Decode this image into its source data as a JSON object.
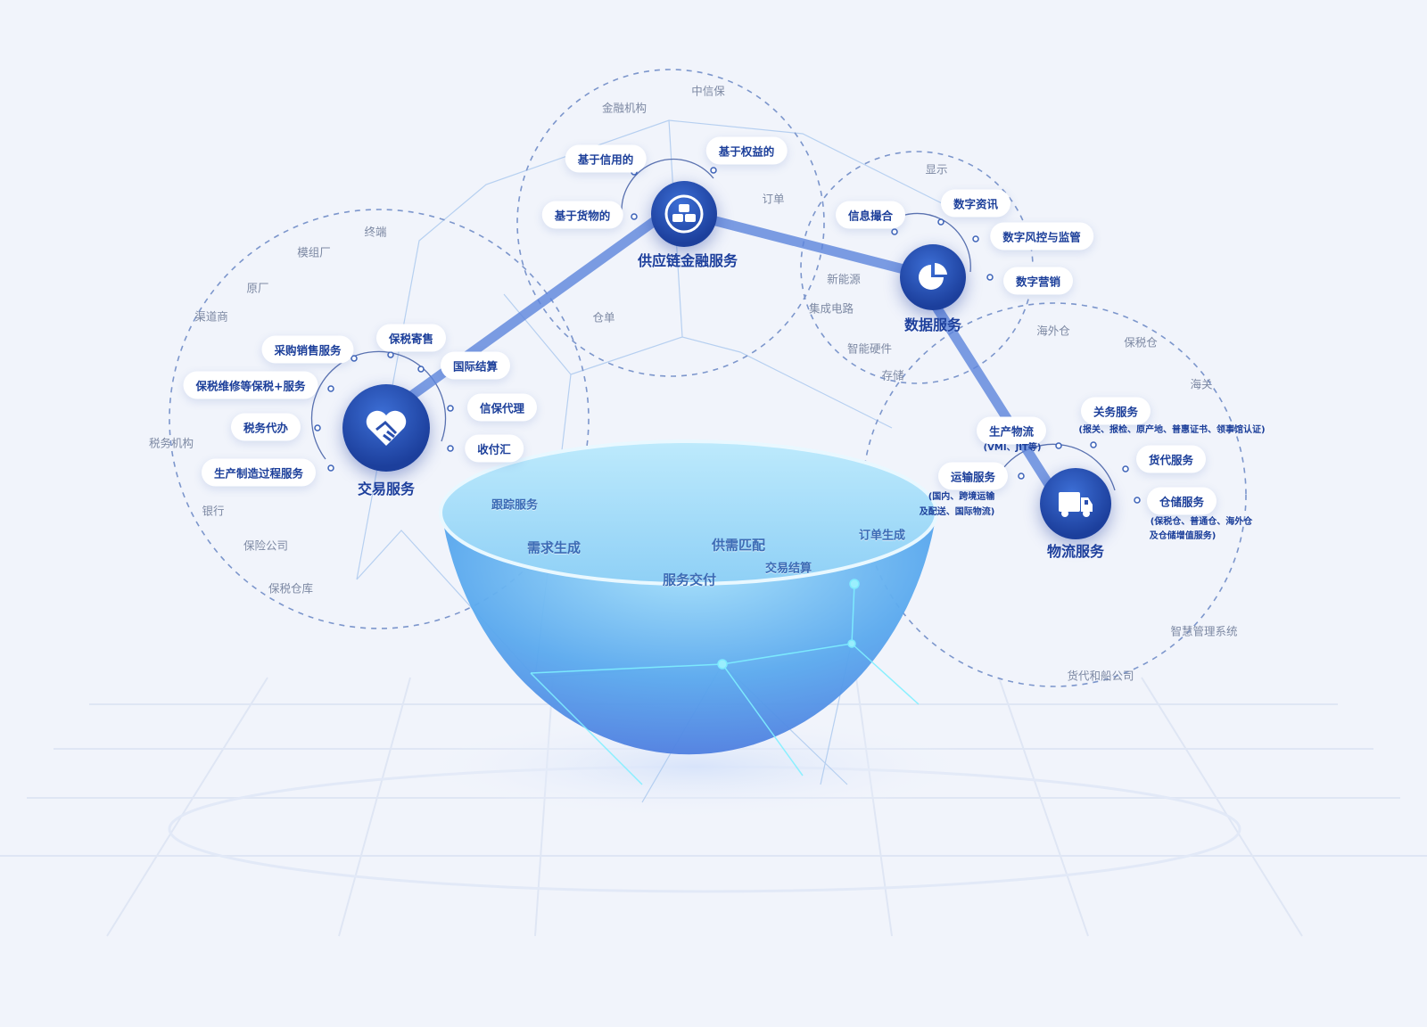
{
  "hubs": {
    "trade": {
      "label": "交易服务",
      "icon": "handshake-heart-icon"
    },
    "finance": {
      "label": "供应链金融服务",
      "icon": "gold-bars-icon"
    },
    "data": {
      "label": "数据服务",
      "icon": "pie-chart-icon"
    },
    "logistics": {
      "label": "物流服务",
      "icon": "truck-icon"
    }
  },
  "trade": {
    "pills": [
      "保税寄售",
      "采购销售服务",
      "国际结算",
      "保税维修等保税+服务",
      "信保代理",
      "税务代办",
      "收付汇",
      "生产制造过程服务"
    ],
    "grey": [
      "终端",
      "模组厂",
      "原厂",
      "渠道商",
      "税务机构",
      "银行",
      "保险公司",
      "保税仓库"
    ]
  },
  "finance": {
    "pills": [
      "基于信用的",
      "基于权益的",
      "基于货物的"
    ],
    "grey": [
      "中信保",
      "金融机构",
      "订单",
      "仓单"
    ]
  },
  "data": {
    "pills": [
      "信息撮合",
      "数字资讯",
      "数字风控与监管",
      "数字营销"
    ],
    "grey": [
      "显示",
      "新能源",
      "集成电路",
      "智能硬件",
      "存储"
    ]
  },
  "logistics": {
    "pills": [
      {
        "label": "生产物流",
        "sub": [
          "(VMI、JIT等)"
        ]
      },
      {
        "label": "关务服务",
        "sub": [
          "(报关、报检、原产地、普惠证书、领事馆认证)"
        ]
      },
      {
        "label": "货代服务",
        "sub": []
      },
      {
        "label": "运输服务",
        "sub": [
          "(国内、跨境运输",
          "及配送、国际物流)"
        ]
      },
      {
        "label": "仓储服务",
        "sub": [
          "(保税仓、普通仓、海外仓",
          "及仓储增值服务)"
        ]
      }
    ],
    "grey": [
      "海外仓",
      "保税仓",
      "海关",
      "智慧管理系统",
      "货代和船公司"
    ]
  },
  "bowl": [
    "跟踪服务",
    "需求生成",
    "供需匹配",
    "服务交付",
    "交易结算",
    "订单生成"
  ],
  "colors": {
    "primary": "#1d3f9c",
    "accent": "#3d6fd6",
    "bowl": "#7cc6f2"
  }
}
